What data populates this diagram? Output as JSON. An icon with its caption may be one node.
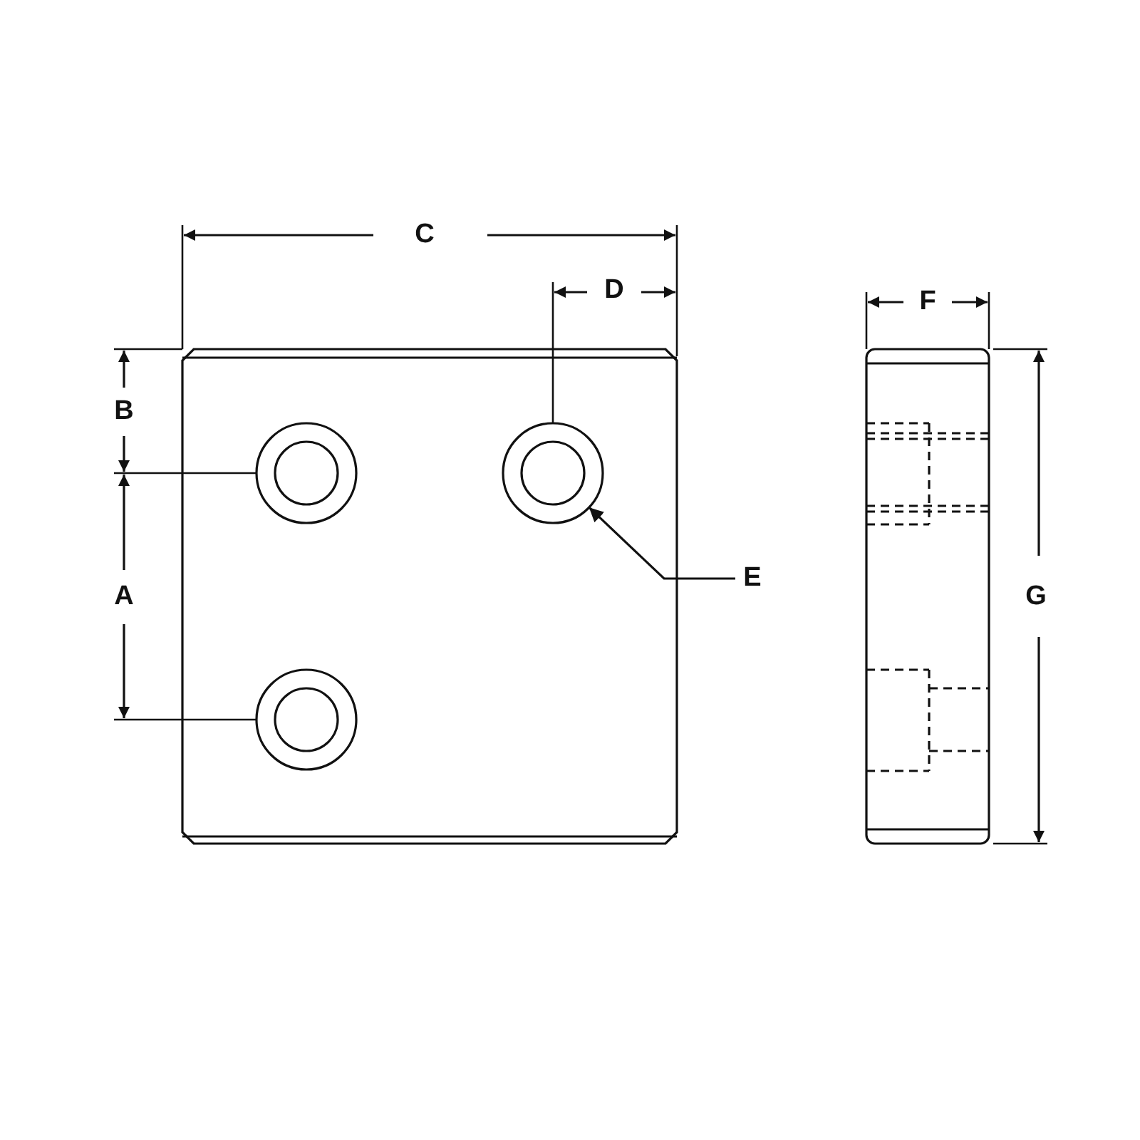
{
  "diagram": {
    "nodes": [
      {
        "text": [
          "E"
        ]
      },
      {
        "text": [],
        "shape": "circle"
      }
    ],
    "edges": [
      {
        "from": 0,
        "to": 1,
        "arrow": "to"
      }
    ],
    "labels": [
      "C",
      "D",
      "F",
      "B",
      "A",
      "G"
    ]
  }
}
